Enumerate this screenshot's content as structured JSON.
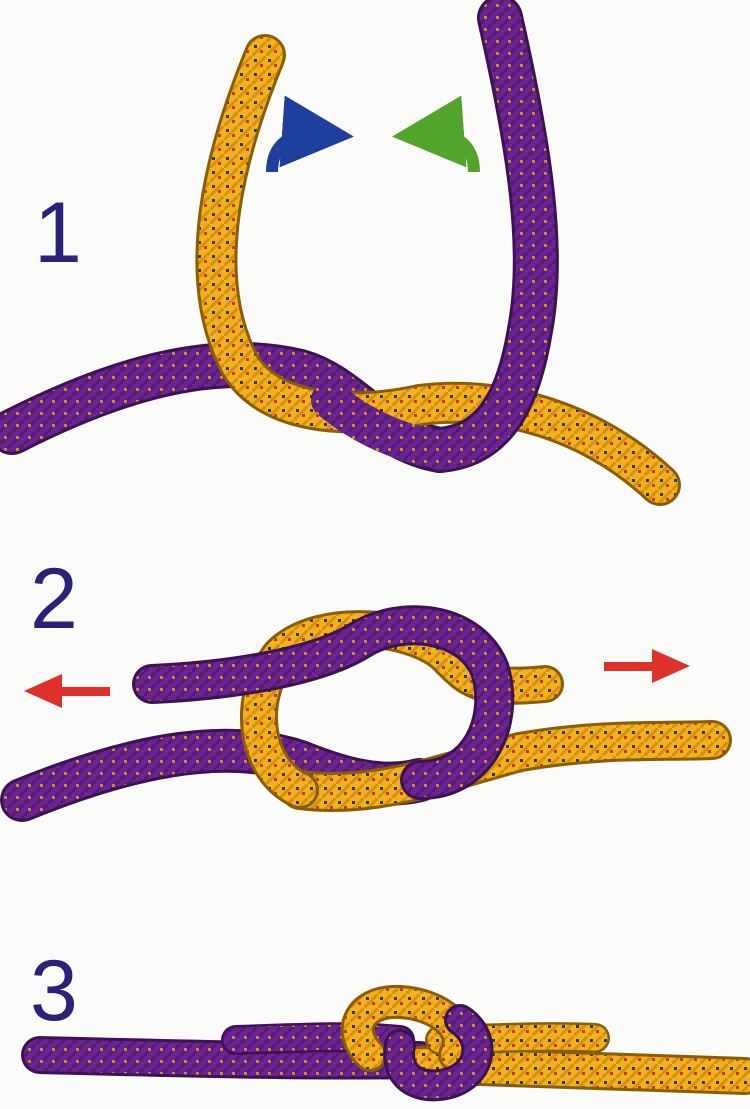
{
  "steps": [
    {
      "number": "1"
    },
    {
      "number": "2"
    },
    {
      "number": "3"
    }
  ],
  "colors": {
    "purple_rope": "#6a2390",
    "yellow_rope": "#f2b21c",
    "step_number": "#2a2278",
    "arrow_blue": "#1f3f9e",
    "arrow_green": "#52a52a",
    "arrow_red": "#e0302a"
  },
  "icons": [
    "curved-arrow-blue-icon",
    "curved-arrow-green-icon",
    "arrow-left-icon",
    "arrow-right-icon"
  ]
}
